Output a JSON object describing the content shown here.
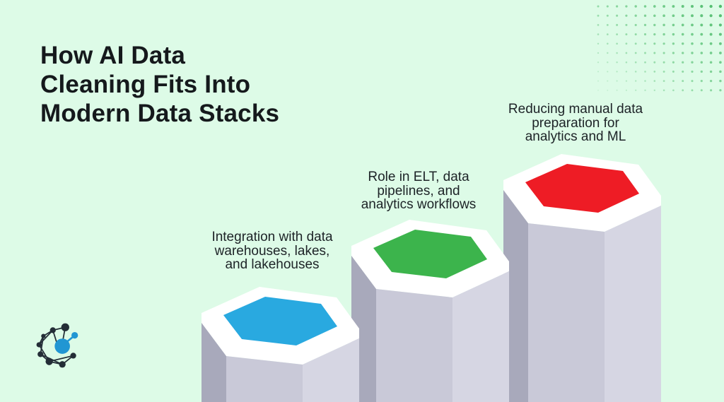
{
  "background_color": "#ddfbe7",
  "title": {
    "lines": [
      "How AI Data",
      "Cleaning Fits Into",
      "Modern Data Stacks"
    ],
    "color": "#15191c"
  },
  "pillars": [
    {
      "name": "integration-with-data-warehouses",
      "label": [
        "Integration with data",
        "warehouses, lakes,",
        "and lakehouses"
      ],
      "top_color": "#29a9e0",
      "size": "short"
    },
    {
      "name": "role-in-elt-pipelines",
      "label": [
        "Role in ELT, data",
        "pipelines, and",
        "analytics workflows"
      ],
      "top_color": "#3cb44c",
      "size": "medium"
    },
    {
      "name": "reducing-manual-data-prep",
      "label": [
        "Reducing manual data",
        "preparation for",
        "analytics and ML"
      ],
      "top_color": "#ee1c25",
      "size": "tall"
    }
  ],
  "pillar_body_colors": {
    "rim": "#ffffff",
    "left_face": "#a8a9bb",
    "front_face": "#c9c9d8",
    "right_face": "#d6d6e3"
  },
  "decor": {
    "dot_color": "#3cb45c"
  },
  "logo": {
    "primary_color": "#232d36",
    "accent_color": "#2196d3"
  }
}
